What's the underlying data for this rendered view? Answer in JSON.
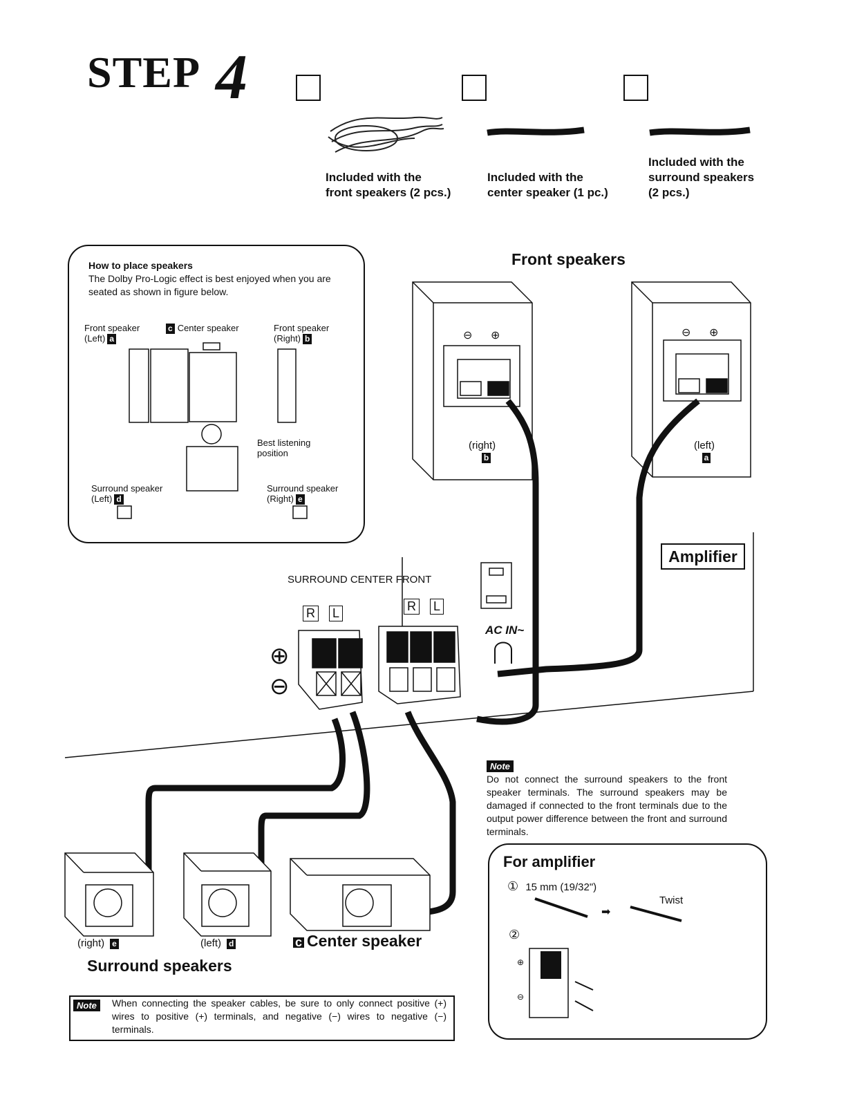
{
  "header": {
    "step_word": "STEP",
    "step_number": "4"
  },
  "cables": [
    {
      "caption": "Included with the\nfront speakers (2 pcs.)"
    },
    {
      "caption": "Included with the\ncenter speaker (1 pc.)"
    },
    {
      "caption": "Included with the\nsurround speakers\n(2 pcs.)"
    }
  ],
  "placement": {
    "title": "How to place speakers",
    "intro": "The Dolby Pro-Logic effect is best enjoyed when you are seated as shown in figure below.",
    "front_left": "Front speaker\n(Left)",
    "front_left_tag": "a",
    "center": "Center speaker",
    "center_tag": "c",
    "front_right": "Front speaker\n(Right)",
    "front_right_tag": "b",
    "best_position": "Best listening\nposition",
    "surround_left": "Surround speaker\n(Left)",
    "surround_left_tag": "d",
    "surround_right": "Surround speaker\n(Right)",
    "surround_right_tag": "e"
  },
  "front": {
    "heading": "Front speakers",
    "right_label": "(right)",
    "right_tag": "b",
    "left_label": "(left)",
    "left_tag": "a",
    "amplifier": "Amplifier"
  },
  "terminals": {
    "label": "SURROUND CENTER FRONT",
    "r": "R",
    "l": "L",
    "r2": "R",
    "l2": "L",
    "ac_in": "AC IN~"
  },
  "note1": {
    "badge": "Note",
    "text": "Do not connect the surround speakers to the front speaker terminals. The surround speakers may be damaged if connected to the front terminals due to the output power difference between the front and surround terminals."
  },
  "surround": {
    "right_label": "(right)",
    "right_tag": "e",
    "left_label": "(left)",
    "left_tag": "d",
    "heading": "Surround speakers",
    "center_tag": "c",
    "center_heading": "Center speaker"
  },
  "for_amplifier": {
    "title": "For amplifier",
    "step1_num": "①",
    "step1_text": "15 mm (19/32\")",
    "twist": "Twist",
    "step2_num": "②"
  },
  "note2": {
    "badge": "Note",
    "text": "When connecting the speaker cables, be sure to only connect positive (+) wires to positive (+) terminals, and negative (−) wires to negative (−) terminals."
  }
}
